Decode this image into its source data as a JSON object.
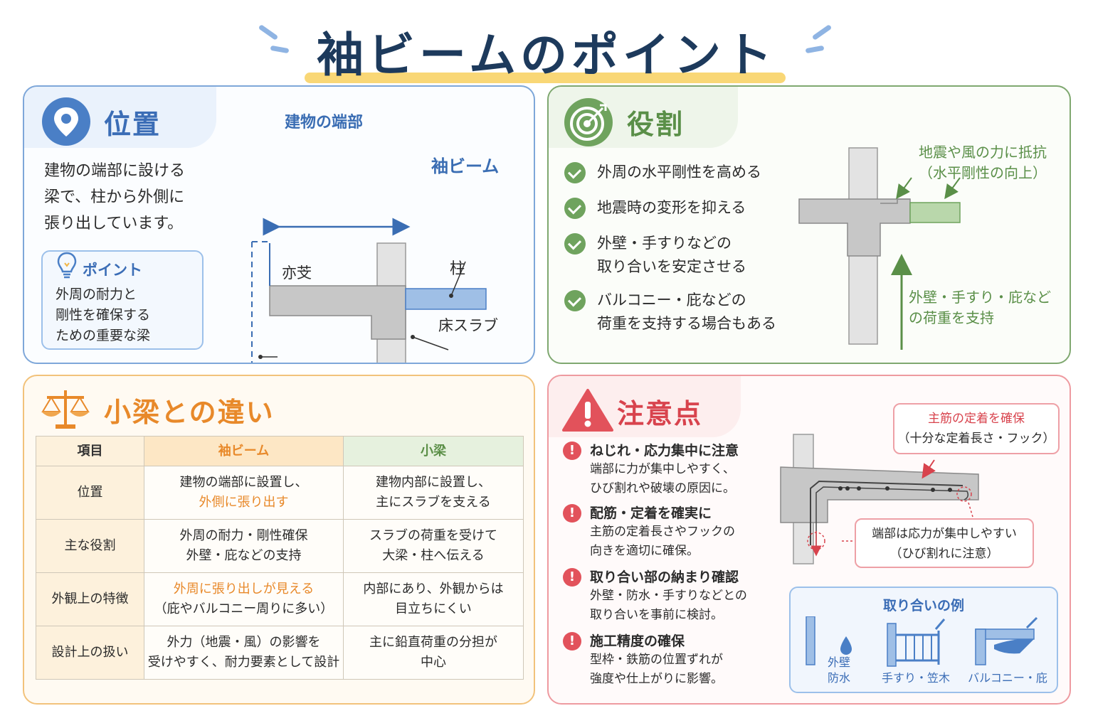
{
  "title": "袖ビームのポイント",
  "position": {
    "heading": "位置",
    "body": [
      "建物の端部に設ける",
      "梁で、柱から外側に",
      "張り出しています。"
    ],
    "point_title": "ポイント",
    "point_body": [
      "外周の耐力と",
      "剛性を確保する",
      "ための重要な梁"
    ],
    "diagram": {
      "edge_label": "建物の端部",
      "beam_label": "袖ビーム",
      "column_label": "柱",
      "slab_label": "床スラブ",
      "line_label": "亦芠"
    },
    "icon": "location-pin-icon"
  },
  "role": {
    "heading": "役割",
    "items": [
      [
        "外周の水平剛性を高める"
      ],
      [
        "地震時の変形を抑える"
      ],
      [
        "外壁・手すりなどの",
        "取り合いを安定させる"
      ],
      [
        "バルコニー・庇などの",
        "荷重を支持する場合もある"
      ]
    ],
    "diagram": {
      "top_label": [
        "地震や風の力に抵抗",
        "（水平剛性の向上）"
      ],
      "bottom_label": [
        "外壁・手すり・庇など",
        "の荷重を支持"
      ]
    },
    "icon": "target-icon"
  },
  "difference": {
    "heading": "小梁との違い",
    "columns": [
      "項目",
      "袖ビーム",
      "小梁"
    ],
    "rows": [
      {
        "key": "位置",
        "a": [
          "建物の端部に設置し、",
          "外側に張り出す"
        ],
        "b": [
          "建物内部に設置し、",
          "主にスラブを支える"
        ]
      },
      {
        "key": "主な役割",
        "a": [
          "外周の耐力・剛性確保",
          "外壁・庇などの支持"
        ],
        "b": [
          "スラブの荷重を受けて",
          "大梁・柱へ伝える"
        ]
      },
      {
        "key": "外観上の特徴",
        "a": [
          "外周に張り出しが見える",
          "（庇やバルコニー周りに多い）"
        ],
        "b": [
          "内部にあり、外観からは",
          "目立ちにくい"
        ]
      },
      {
        "key": "設計上の扱い",
        "a": [
          "外力（地震・風）の影響を",
          "受けやすく、耐力要素として設計"
        ],
        "b": [
          "主に鉛直荷重の分担が",
          "中心"
        ]
      }
    ],
    "icon": "scale-icon"
  },
  "caution": {
    "heading": "注意点",
    "items": [
      {
        "head": "ねじれ・応力集中に注意",
        "body": [
          "端部に力が集中しやすく、",
          "ひび割れや破壊の原因に。"
        ]
      },
      {
        "head": "配筋・定着を確実に",
        "body": [
          "主筋の定着長さやフックの",
          "向きを適切に確保。"
        ]
      },
      {
        "head": "取り合い部の納まり確認",
        "body": [
          "外壁・防水・手すりなどとの",
          "取り合いを事前に検討。"
        ]
      },
      {
        "head": "施工精度の確保",
        "body": [
          "型枠・鉄筋の位置ずれが",
          "強度や仕上がりに影響。"
        ]
      }
    ],
    "callout1": [
      "主筋の定着を確保",
      "（十分な定着長さ・フック）"
    ],
    "callout2": [
      "端部は応力が集中しやすい",
      "（ひび割れに注意）"
    ],
    "example_title": "取り合いの例",
    "examples": [
      [
        "外壁",
        "防水"
      ],
      [
        "手すり・笠木"
      ],
      [
        "バルコニー・庇"
      ]
    ],
    "icon": "warning-icon"
  },
  "colors": {
    "title": "#1d3a5c",
    "blue": "#3b6db6",
    "green": "#5a8f48",
    "orange": "#e8892a",
    "red": "#e2525b"
  }
}
